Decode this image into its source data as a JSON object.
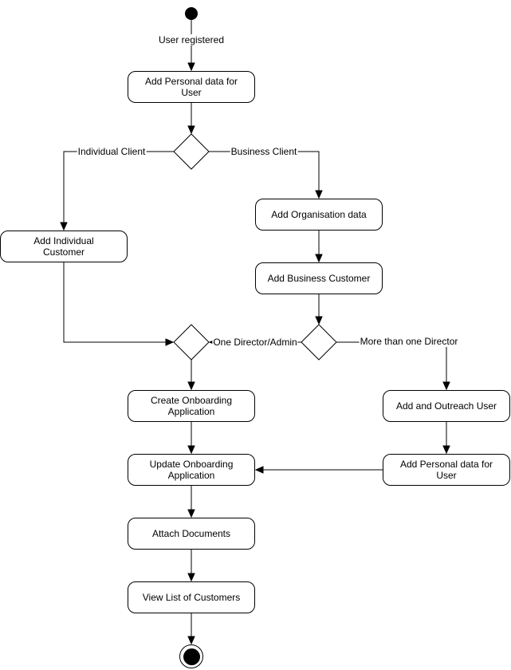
{
  "diagram": {
    "type": "uml-activity-diagram",
    "background_color": "#ffffff",
    "stroke_color": "#000000",
    "node_fill_color": "#ffffff",
    "text_color": "#000000"
  },
  "nodes": {
    "add_personal_data_for_user": "Add Personal data for User",
    "add_individual_customer": "Add Individual Customer",
    "add_organisation_data": "Add Organisation data",
    "add_business_customer": "Add Business Customer",
    "create_onboarding_application": "Create Onboarding Application",
    "add_and_outreach_user": "Add and Outreach User",
    "add_personal_data_for_user_2": "Add Personal data for User",
    "update_onboarding_application": "Update Onboarding Application",
    "attach_documents": "Attach Documents",
    "view_list_of_customers": "View List of Customers"
  },
  "edge_labels": {
    "user_registered": "User registered",
    "individual_client": "Individual Client",
    "business_client": "Business Client",
    "one_director_admin": "One Director/Admin",
    "more_than_one_director": "More than one Director"
  }
}
